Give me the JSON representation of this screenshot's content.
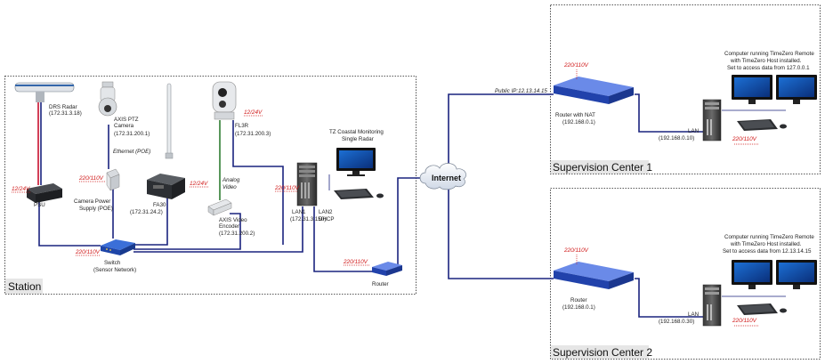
{
  "station": {
    "label": "Station",
    "drs_radar": [
      "DRS Radar",
      "(172.31.3.18)"
    ],
    "axis_ptz": [
      "AXIS PTZ",
      "Camera",
      "(172.31.200.1)"
    ],
    "flir": [
      "FL3R",
      "(172.31.200.3)"
    ],
    "ethernet_poe": "Ethernet (POE)",
    "analog_video": [
      "Analog",
      "Video"
    ],
    "tz_monitoring": [
      "TZ Coastal Monitoring",
      "Single Radar"
    ],
    "psu": "PSU",
    "camera_psu": [
      "Camera Power",
      "Supply (POE)"
    ],
    "fa30": [
      "FA30",
      "(172.31.24.2)"
    ],
    "axis_encoder": [
      "AXIS Video",
      "Encoder",
      "(172.31.200.2)"
    ],
    "lan1": [
      "LAN1",
      "(172.31.3.150)"
    ],
    "lan2": [
      "LAN2",
      "DHCP"
    ],
    "switch": [
      "Switch",
      "(Sensor Network)"
    ],
    "router": "Router",
    "pwr_12_24_psu": "12/24V",
    "pwr_12_24_fa30": "12/24V",
    "pwr_12_24_flir": "12/24V",
    "pwr_220_camps": "220/110V",
    "pwr_220_switch": "220/110V",
    "pwr_220_pc": "220/110V",
    "pwr_220_router": "220/110V"
  },
  "internet": {
    "label": "Internet",
    "public_ip": "Public IP:12.13.14.15"
  },
  "center1": {
    "label": "Supervision Center 1",
    "note": [
      "Computer running TimeZero Remote",
      "with TimeZero Host installed.",
      "Set to access data from 127.0.0.1"
    ],
    "router": [
      "Router with NAT",
      "(192.168.0.1)"
    ],
    "lan": [
      "LAN",
      "(192.168.0.10)"
    ],
    "pwr_router": "220/110V",
    "pwr_pc": "220/110V"
  },
  "center2": {
    "label": "Supervision Center 2",
    "note": [
      "Computer running TimeZero Remote",
      "with TimeZero Host installed.",
      "Set to access data from 12.13.14.15"
    ],
    "router": [
      "Router",
      "(192.168.0.1)"
    ],
    "lan": [
      "LAN",
      "(192.168.0.30)"
    ],
    "pwr_router": "220/110V",
    "pwr_pc": "220/110V"
  }
}
